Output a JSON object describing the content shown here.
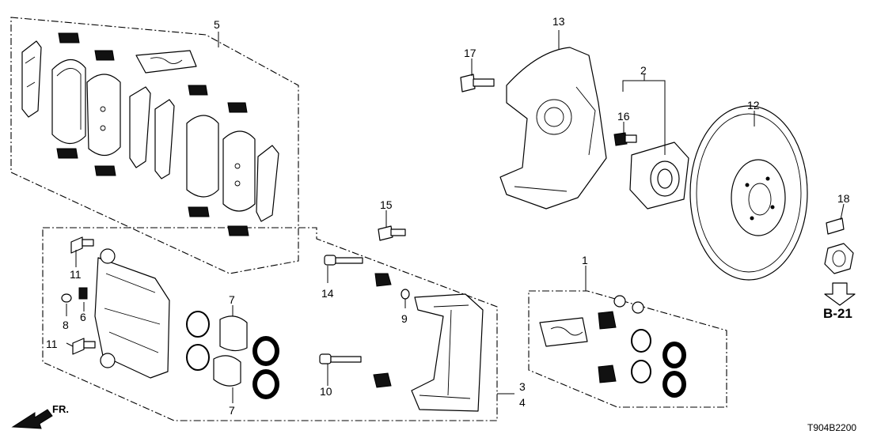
{
  "diagram": {
    "code": "T904B2200",
    "reference": "B-21",
    "direction": "FR.",
    "callouts": [
      "1",
      "2",
      "3",
      "4",
      "5",
      "6",
      "7",
      "7",
      "8",
      "9",
      "10",
      "11",
      "11",
      "12",
      "13",
      "14",
      "15",
      "16",
      "17",
      "18"
    ]
  }
}
